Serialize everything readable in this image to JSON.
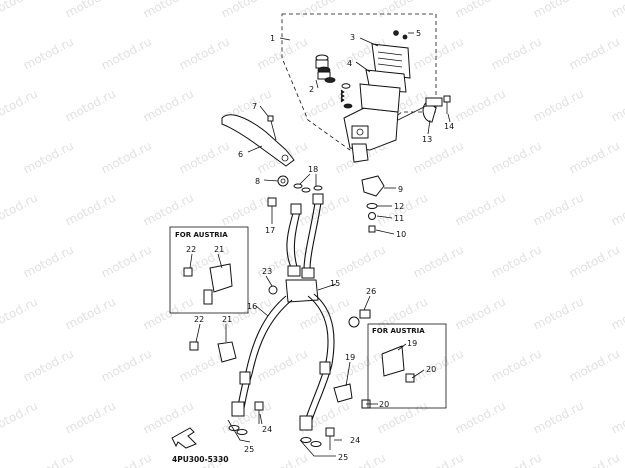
{
  "watermark": "motod.ru",
  "diagram_code": "4PU300-5330",
  "austria_box_label": "FOR AUSTRIA",
  "callouts": {
    "c1": "1",
    "c2": "2",
    "c3": "3",
    "c4": "4",
    "c5": "5",
    "c6": "6",
    "c7": "7",
    "c8": "8",
    "c9": "9",
    "c10": "10",
    "c11": "11",
    "c12": "12",
    "c13": "13",
    "c14": "14",
    "c15": "15",
    "c16": "16",
    "c17": "17",
    "c18": "18",
    "c23": "23",
    "c26": "26",
    "b1_22": "22",
    "b1_21": "21",
    "m_22": "22",
    "m_21": "21",
    "b2_19": "19",
    "b2_20": "20",
    "m_19": "19",
    "m_20": "20",
    "l_24": "24",
    "l_25": "25",
    "r_24": "24",
    "r_25": "25"
  }
}
